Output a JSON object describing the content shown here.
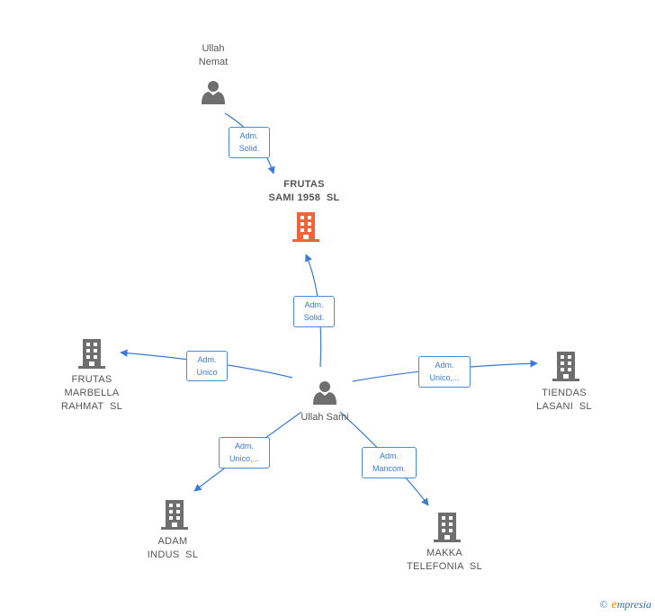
{
  "nodes": {
    "ullah_nemat": {
      "line1": "Ullah",
      "line2": "Nemat",
      "kind": "person"
    },
    "frutas_sami": {
      "line1": "FRUTAS",
      "line2": "SAMI 1958  SL",
      "kind": "company-focus"
    },
    "ullah_sami": {
      "line1": "Ullah Sami",
      "kind": "person"
    },
    "frutas_marbella": {
      "line1": "FRUTAS",
      "line2": "MARBELLA",
      "line3": "RAHMAT  SL",
      "kind": "company"
    },
    "tiendas_lasani": {
      "line1": "TIENDAS",
      "line2": "LASANI  SL",
      "kind": "company"
    },
    "adam_indus": {
      "line1": "ADAM",
      "line2": "INDUS  SL",
      "kind": "company"
    },
    "makka_telefonia": {
      "line1": "MAKKA",
      "line2": "TELEFONIA  SL",
      "kind": "company"
    }
  },
  "edges": {
    "nemat_to_frutas_sami": {
      "line1": "Adm.",
      "line2": "Solid."
    },
    "sami_to_frutas_sami": {
      "line1": "Adm.",
      "line2": "Solid."
    },
    "sami_to_frutas_marbella": {
      "line1": "Adm.",
      "line2": "Unico"
    },
    "sami_to_tiendas_lasani": {
      "line1": "Adm.",
      "line2": "Unico,..."
    },
    "sami_to_adam_indus": {
      "line1": "Adm.",
      "line2": "Unico,..."
    },
    "sami_to_makka_telefonia": {
      "line1": "Adm.",
      "line2": "Mancom."
    }
  },
  "colors": {
    "edge": "#3a7bd5",
    "company_icon": "#6e6e6e",
    "focus_icon": "#f0643c",
    "person_icon": "#6e6e6e"
  },
  "footer": {
    "copyright": "©",
    "brand_initial": "e",
    "brand_rest": "mpresia"
  }
}
